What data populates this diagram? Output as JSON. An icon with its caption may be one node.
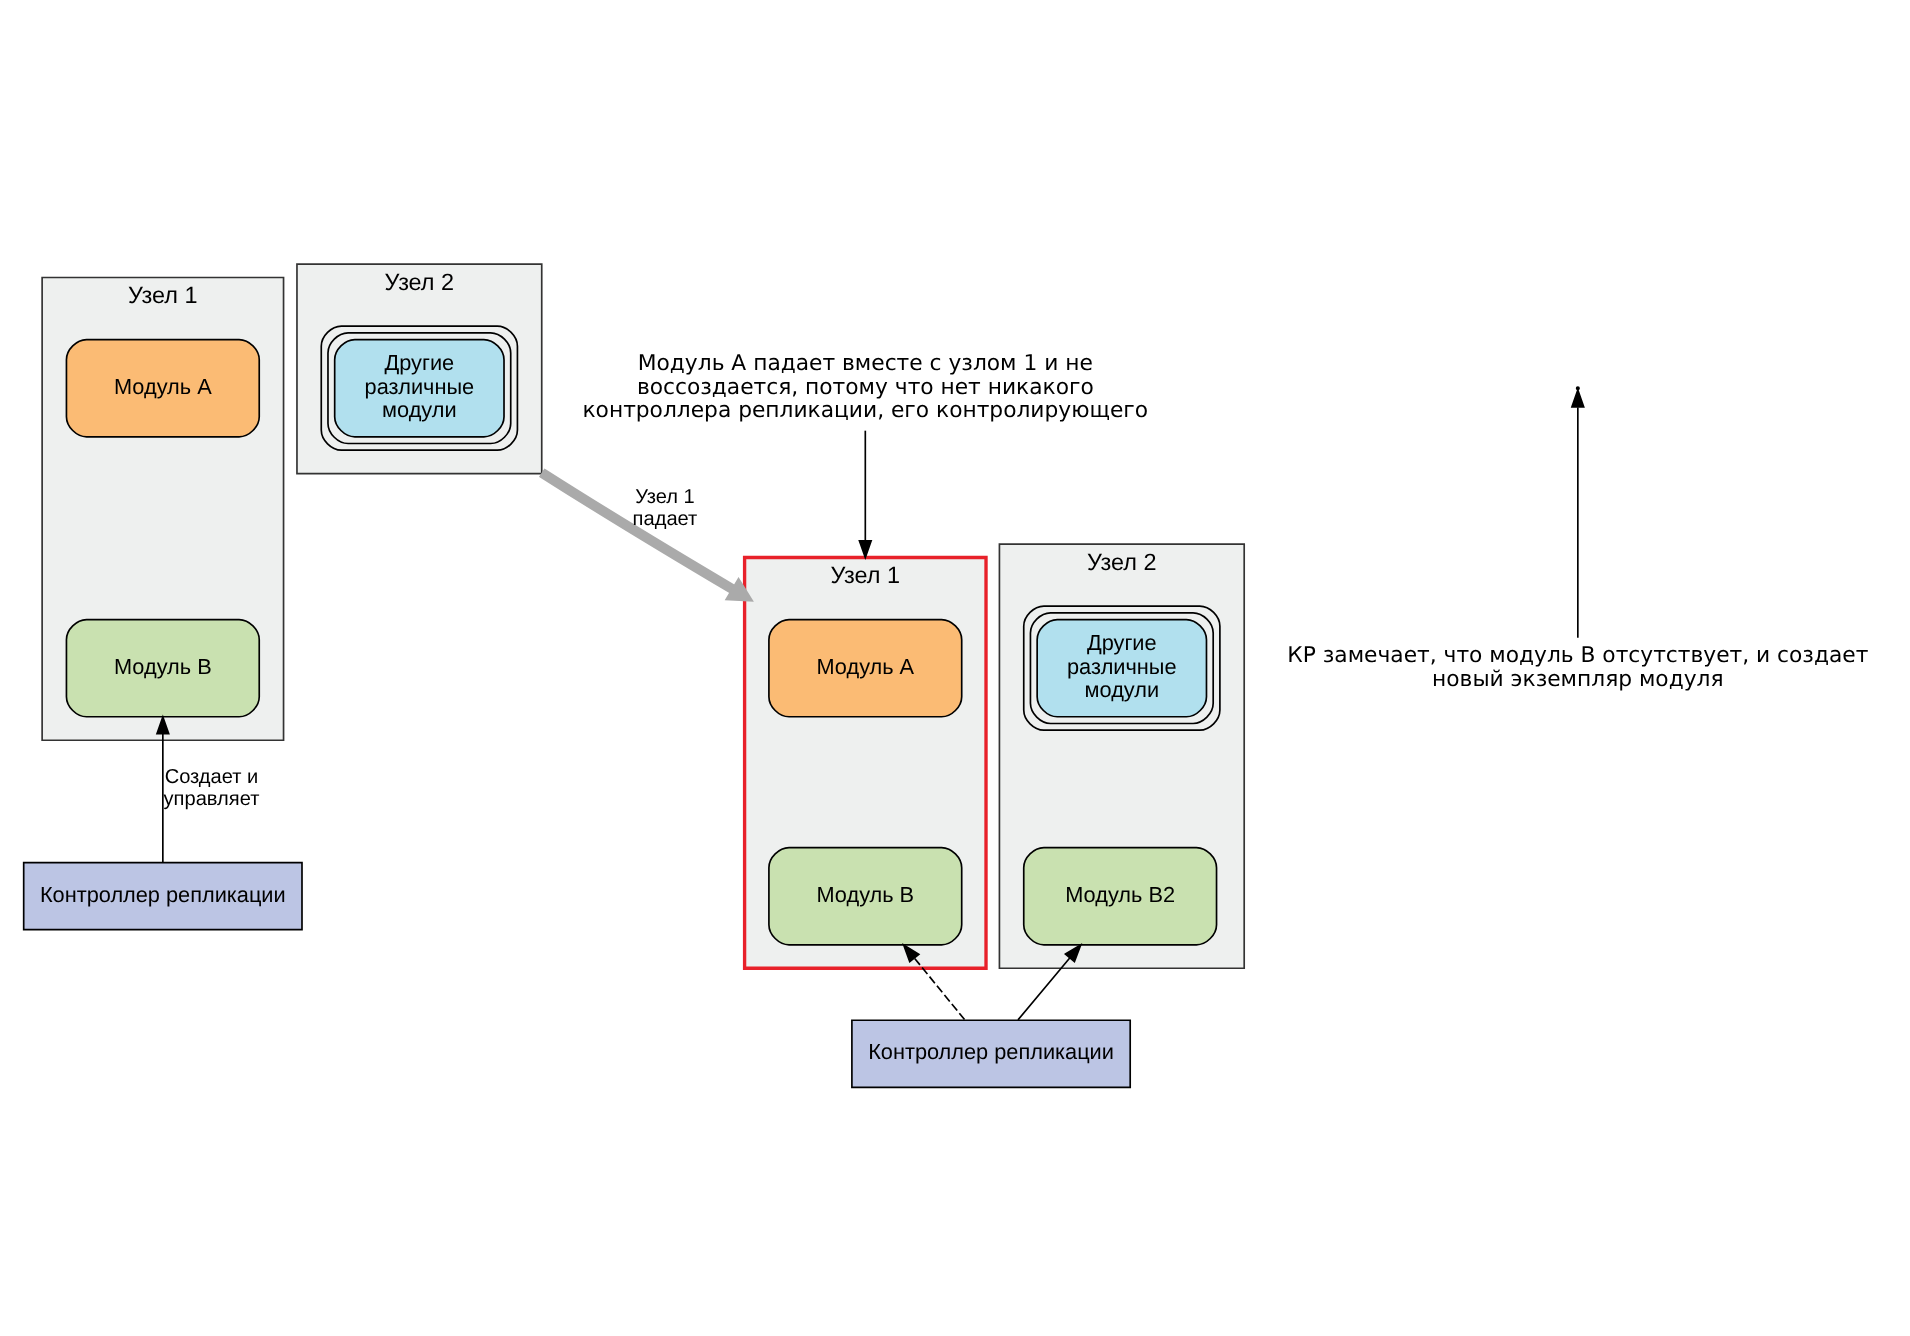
{
  "diagram": {
    "nodes": [
      {
        "text": [
          "Узел 1"
        ]
      },
      {
        "text": [
          "Модуль A"
        ],
        "in": 0
      },
      {
        "text": [
          "Модуль B"
        ],
        "in": 0
      },
      {
        "text": [
          "Узел 2"
        ]
      },
      {
        "text": [
          "Другие различные модули"
        ],
        "in": 3
      },
      {
        "text": [
          "Контроллер репликации"
        ]
      },
      {
        "text": [
          "Узел 1"
        ]
      },
      {
        "text": [
          "Модуль A"
        ],
        "in": 6
      },
      {
        "text": [
          "Модуль B"
        ],
        "in": 6
      },
      {
        "text": [
          "Узел 2"
        ]
      },
      {
        "text": [
          "Другие различные модули"
        ],
        "in": 9
      },
      {
        "text": [
          "Модуль B2"
        ],
        "in": 9
      },
      {
        "text": [
          "Контроллер репликации"
        ]
      },
      {
        "text": [
          "Модуль A падает вместе с узлом 1 и не воссоздается, потому что нет никакого контроллера репликации, его контролирующего"
        ]
      },
      {
        "text": [
          "КР замечает, что модуль B отсутствует, и создает новый экземпляр модуля"
        ]
      }
    ],
    "edges": [
      {
        "from": 5,
        "to": 2,
        "arrow": "to",
        "label": "Создает и управляет"
      },
      {
        "from": 3,
        "to": 6,
        "arrow": "to",
        "label": "Узел 1 падает",
        "style": "thick",
        "color": "#aaaaaa"
      },
      {
        "from": 12,
        "to": 8,
        "arrow": "to",
        "style": "dashed"
      },
      {
        "from": 12,
        "to": 11,
        "arrow": "to"
      },
      {
        "from": 13,
        "to": 6,
        "arrow": "to"
      },
      {
        "from": 14,
        "to": null,
        "arrow": "to"
      }
    ]
  }
}
